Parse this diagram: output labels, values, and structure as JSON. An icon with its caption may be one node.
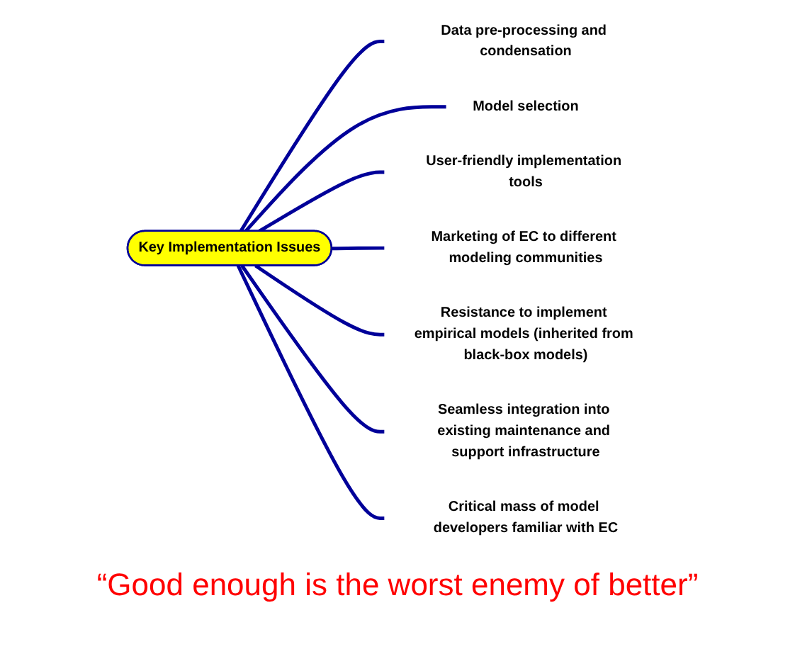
{
  "diagram": {
    "nodes": [
      {
        "text": [
          "Key Implementation Issues"
        ]
      },
      {
        "text": [
          "Data pre-processing and condensation"
        ]
      },
      {
        "text": [
          "Model selection"
        ]
      },
      {
        "text": [
          "User-friendly implementation tools"
        ]
      },
      {
        "text": [
          "Marketing of EC to different modeling communities"
        ]
      },
      {
        "text": [
          "Resistance to implement empirical models (inherited from black-box models)"
        ]
      },
      {
        "text": [
          "Seamless integration into existing maintenance and support infrastructure"
        ]
      },
      {
        "text": [
          "Critical mass of model developers familiar with EC"
        ]
      }
    ],
    "edges": [
      {
        "from": 0,
        "to": 1,
        "arrow": "none"
      },
      {
        "from": 0,
        "to": 2,
        "arrow": "none"
      },
      {
        "from": 0,
        "to": 3,
        "arrow": "none"
      },
      {
        "from": 0,
        "to": 4,
        "arrow": "none"
      },
      {
        "from": 0,
        "to": 5,
        "arrow": "none"
      },
      {
        "from": 0,
        "to": 6,
        "arrow": "none"
      },
      {
        "from": 0,
        "to": 7,
        "arrow": "none"
      }
    ],
    "caption": "“Good enough is the worst enemy of better”"
  }
}
